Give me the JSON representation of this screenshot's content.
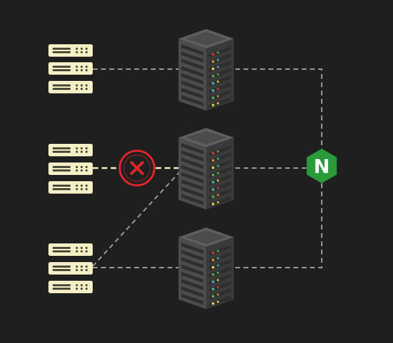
{
  "colors": {
    "background": "#1f1f1f",
    "link_line": "#9a9a9a",
    "active_link_line": "#f4efc4",
    "client_fill": "#f4efc4",
    "client_dot": "#4a4a3c",
    "rack_light": "#5f5f5f",
    "rack_mid": "#4c4c4c",
    "rack_dark": "#3a3a3a",
    "rack_slot": "#2e2e2e",
    "led_red": "#d33a2c",
    "led_orange": "#e38a2b",
    "led_yellow": "#e3d14a",
    "led_green": "#4fb84a",
    "led_teal": "#3fb8a8",
    "failure_red": "#e0242b",
    "nginx_green": "#2b9a3b",
    "nginx_letter": "#ffffff"
  },
  "groups": [
    {
      "id": "top",
      "failed": false,
      "clients": 3
    },
    {
      "id": "middle",
      "failed": true,
      "clients": 3
    },
    {
      "id": "bottom",
      "failed": false,
      "clients": 3
    }
  ],
  "load_balancer": {
    "icon": "nginx-logo-icon",
    "letter": "N"
  },
  "failure_marker": {
    "icon": "x-icon"
  }
}
